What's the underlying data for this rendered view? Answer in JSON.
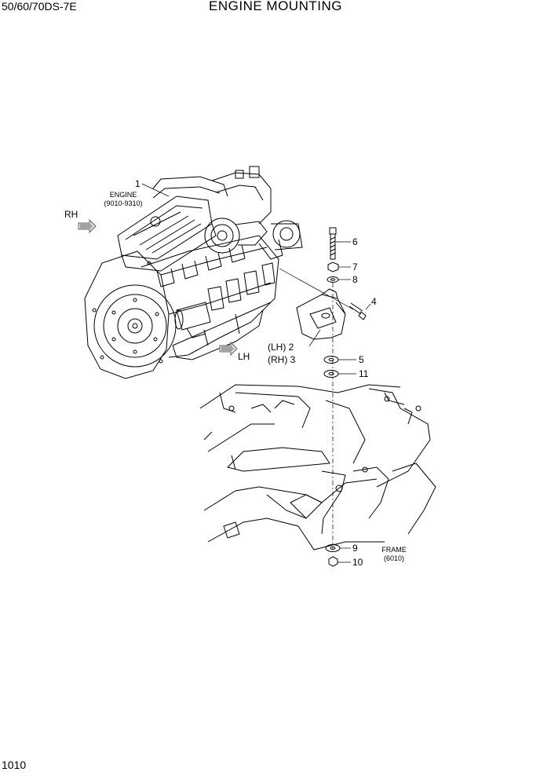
{
  "header": {
    "model": "50/60/70DS-7E",
    "title": "ENGINE MOUNTING"
  },
  "page_number": "1010",
  "diagram": {
    "engine_label": "ENGINE",
    "engine_ref": "(9010-9310)",
    "frame_label": "FRAME",
    "frame_ref": "(6010)",
    "dir_rh": "RH",
    "dir_lh": "LH",
    "callouts": {
      "c1": "1",
      "c2": "(LH) 2",
      "c3": "(RH) 3",
      "c4": "4",
      "c5": "5",
      "c6": "6",
      "c7": "7",
      "c8": "8",
      "c9": "9",
      "c10": "10",
      "c11": "11"
    }
  }
}
